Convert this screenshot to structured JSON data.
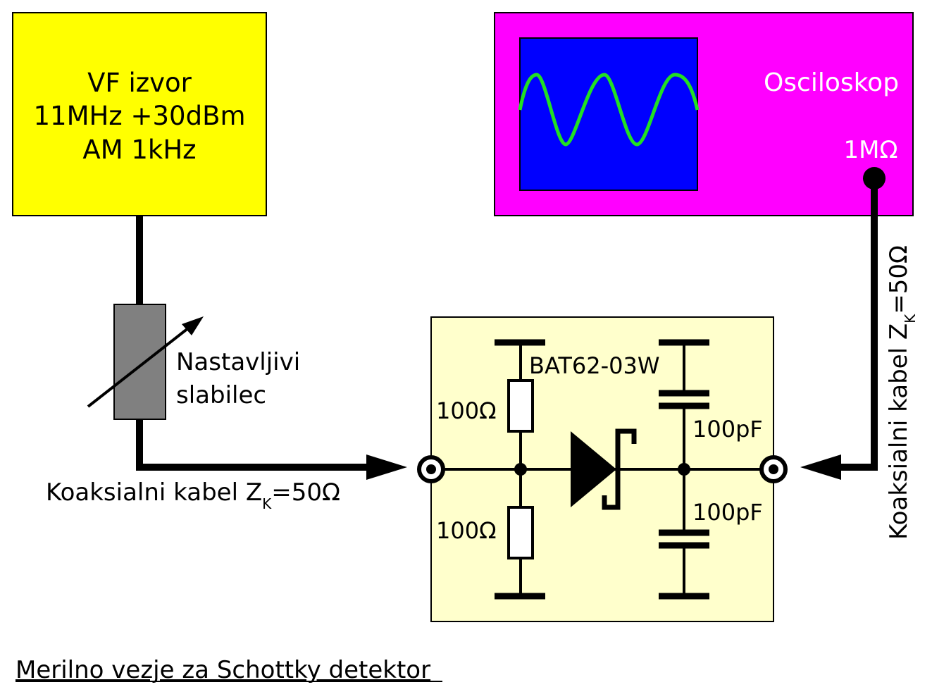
{
  "source": {
    "line1": "VF izvor",
    "line2": "11MHz +30dBm",
    "line3": "AM 1kHz"
  },
  "scope": {
    "title": "Osciloskop",
    "impedance": "1MΩ"
  },
  "attenuator": {
    "line1": "Nastavljivi",
    "line2": "slabilec"
  },
  "cable_left": {
    "text": "Koaksialni kabel Z",
    "subscript": "K",
    "value": "=50Ω"
  },
  "cable_right": {
    "text": "Koaksialni kabel Z",
    "subscript": "K",
    "value": "=50Ω"
  },
  "detector": {
    "diode_label": "BAT62-03W",
    "resistor_top": "100Ω",
    "resistor_bottom": "100Ω",
    "cap_top": "100pF",
    "cap_bottom": "100pF"
  },
  "caption": "Merilno vezje za Schottky detektor",
  "colors": {
    "source_fill": "#ffff00",
    "scope_fill": "#ff00ff",
    "screen_fill": "#0000ff",
    "wave": "#22e022",
    "attenuator_fill": "#808080",
    "detector_fill": "#ffffcc"
  }
}
